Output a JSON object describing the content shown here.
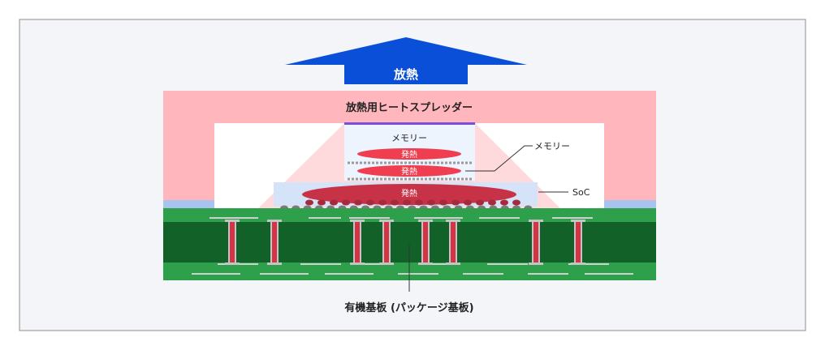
{
  "colors": {
    "frame_bg": "#f3f5f8",
    "frame_border": "#8c8c8c",
    "arrow": "#0a4fd8",
    "spreader": "#ffb7bd",
    "cavity": "#ffffff",
    "glow": "#ffd3d7",
    "memory_fill": "#eef4fd",
    "memory_top": "#7b4fd9",
    "soc_fill": "#d4e3f7",
    "heat_strong": "#c83247",
    "heat_memory": "#ef3e50",
    "substrate_light": "#2ea04b",
    "substrate_dark": "#116128",
    "side_blue": "#a9c3ef",
    "via_outer": "#c4c4c4",
    "via_core": "#d63346",
    "trace": "#c9d2cc",
    "bump": "#7b7b7b",
    "ball": "#a62a3c"
  },
  "labels": {
    "heat_dissipation": "放熱",
    "heat_spreader": "放熱用ヒートスプレッダー",
    "memory_inside": "メモリー",
    "memory_callout": "メモリー",
    "heat_memory_1": "発熱",
    "heat_memory_2": "発熱",
    "heat_soc": "発熱",
    "soc_callout": "SoC",
    "substrate_callout": "有機基板 (パッケージ基板)"
  },
  "icons": {
    "arrow": "up-arrow-icon"
  }
}
